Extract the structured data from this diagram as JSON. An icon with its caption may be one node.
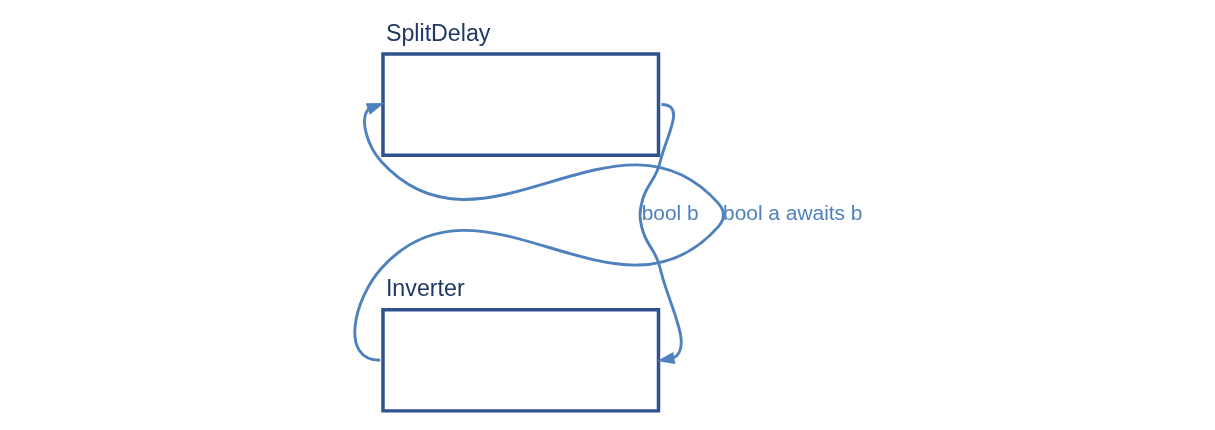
{
  "diagram": {
    "nodes": [
      {
        "text": [
          "SplitDelay"
        ]
      },
      {
        "text": [
          "Inverter"
        ]
      }
    ],
    "edges": [
      {
        "from": 0,
        "to": 1,
        "arrow": "to",
        "label": "bool b"
      },
      {
        "from": 1,
        "to": 0,
        "arrow": "to",
        "label": "bool a awaits b"
      }
    ]
  }
}
